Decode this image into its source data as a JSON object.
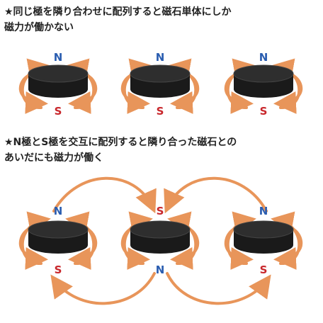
{
  "captions": {
    "top": [
      "★同じ極を隣り合わせに配列すると磁石単体にしか",
      "磁力が働かない"
    ],
    "bottom": [
      "★N極とS極を交互に配列すると隣り合った磁石との",
      "あいだにも磁力が働く"
    ]
  },
  "top_row": {
    "magnets": [
      {
        "top_pole": "N",
        "bottom_pole": "S"
      },
      {
        "top_pole": "N",
        "bottom_pole": "S"
      },
      {
        "top_pole": "N",
        "bottom_pole": "S"
      }
    ]
  },
  "bottom_row": {
    "magnets": [
      {
        "top_pole": "N",
        "bottom_pole": "S"
      },
      {
        "top_pole": "S",
        "bottom_pole": "N"
      },
      {
        "top_pole": "N",
        "bottom_pole": "S"
      }
    ]
  },
  "colors": {
    "arrow": "#e8955a",
    "magnet": "#1a1a1a",
    "pole_n": "#2a5db0",
    "pole_s": "#c8262b",
    "caption": "#222222"
  }
}
